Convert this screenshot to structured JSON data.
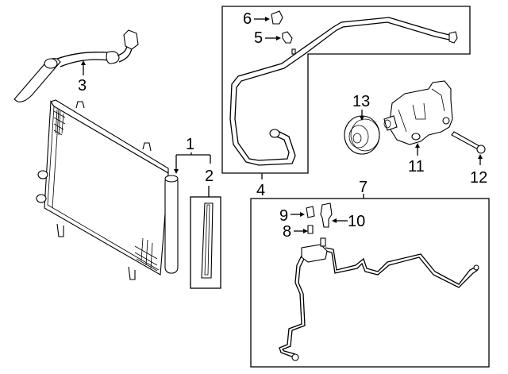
{
  "diagram": {
    "type": "parts-exploded-view",
    "subject": "A/C condenser, compressor and lines",
    "callouts": [
      {
        "id": "1",
        "label": "1"
      },
      {
        "id": "2",
        "label": "2"
      },
      {
        "id": "3",
        "label": "3"
      },
      {
        "id": "4",
        "label": "4"
      },
      {
        "id": "5",
        "label": "5"
      },
      {
        "id": "6",
        "label": "6"
      },
      {
        "id": "7",
        "label": "7"
      },
      {
        "id": "8",
        "label": "8"
      },
      {
        "id": "9",
        "label": "9"
      },
      {
        "id": "10",
        "label": "10"
      },
      {
        "id": "11",
        "label": "11"
      },
      {
        "id": "12",
        "label": "12"
      },
      {
        "id": "13",
        "label": "13"
      }
    ],
    "parts": [
      {
        "callout": "1",
        "name": "condenser-assembly"
      },
      {
        "callout": "2",
        "name": "drier-element"
      },
      {
        "callout": "3",
        "name": "discharge-hose"
      },
      {
        "callout": "4",
        "name": "suction-line"
      },
      {
        "callout": "5",
        "name": "service-valve"
      },
      {
        "callout": "6",
        "name": "valve-cap"
      },
      {
        "callout": "7",
        "name": "liquid-line"
      },
      {
        "callout": "8",
        "name": "service-valve"
      },
      {
        "callout": "9",
        "name": "valve-cap"
      },
      {
        "callout": "10",
        "name": "pressure-switch"
      },
      {
        "callout": "11",
        "name": "compressor"
      },
      {
        "callout": "12",
        "name": "compressor-bolt"
      },
      {
        "callout": "13",
        "name": "clutch-pulley"
      }
    ]
  }
}
